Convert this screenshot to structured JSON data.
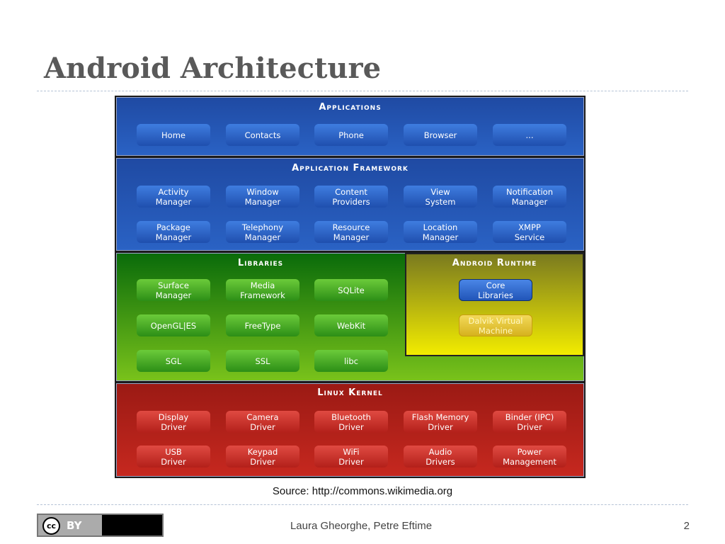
{
  "slide": {
    "title": "Android Architecture",
    "caption": "Source: http://commons.wikimedia.org",
    "author": "Laura Gheorghe, Petre Eftime",
    "page_number": "2",
    "license_badge": {
      "cc": "cc",
      "by": "BY"
    }
  },
  "diagram": {
    "applications": {
      "title": "Applications",
      "items": [
        "Home",
        "Contacts",
        "Phone",
        "Browser",
        "..."
      ]
    },
    "framework": {
      "title": "Application Framework",
      "items": [
        "Activity\nManager",
        "Window\nManager",
        "Content\nProviders",
        "View\nSystem",
        "Notification\nManager",
        "Package\nManager",
        "Telephony\nManager",
        "Resource\nManager",
        "Location\nManager",
        "XMPP\nService"
      ]
    },
    "libraries": {
      "title": "Libraries",
      "items": [
        "Surface\nManager",
        "Media\nFramework",
        "SQLite",
        "OpenGL|ES",
        "FreeType",
        "WebKit",
        "SGL",
        "SSL",
        "libc"
      ]
    },
    "runtime": {
      "title": "Android Runtime",
      "items": [
        "Core\nLibraries",
        "Dalvik Virtual\nMachine"
      ]
    },
    "kernel": {
      "title": "Linux Kernel",
      "items": [
        "Display\nDriver",
        "Camera\nDriver",
        "Bluetooth\nDriver",
        "Flash Memory\nDriver",
        "Binder (IPC)\nDriver",
        "USB\nDriver",
        "Keypad\nDriver",
        "WiFi\nDriver",
        "Audio\nDrivers",
        "Power\nManagement"
      ]
    },
    "colors": {
      "blue_layer": "#1f4aa3",
      "green_layer": "#2c8e16",
      "yellow_layer": "#f2ec00",
      "red_layer": "#b3201a"
    }
  }
}
